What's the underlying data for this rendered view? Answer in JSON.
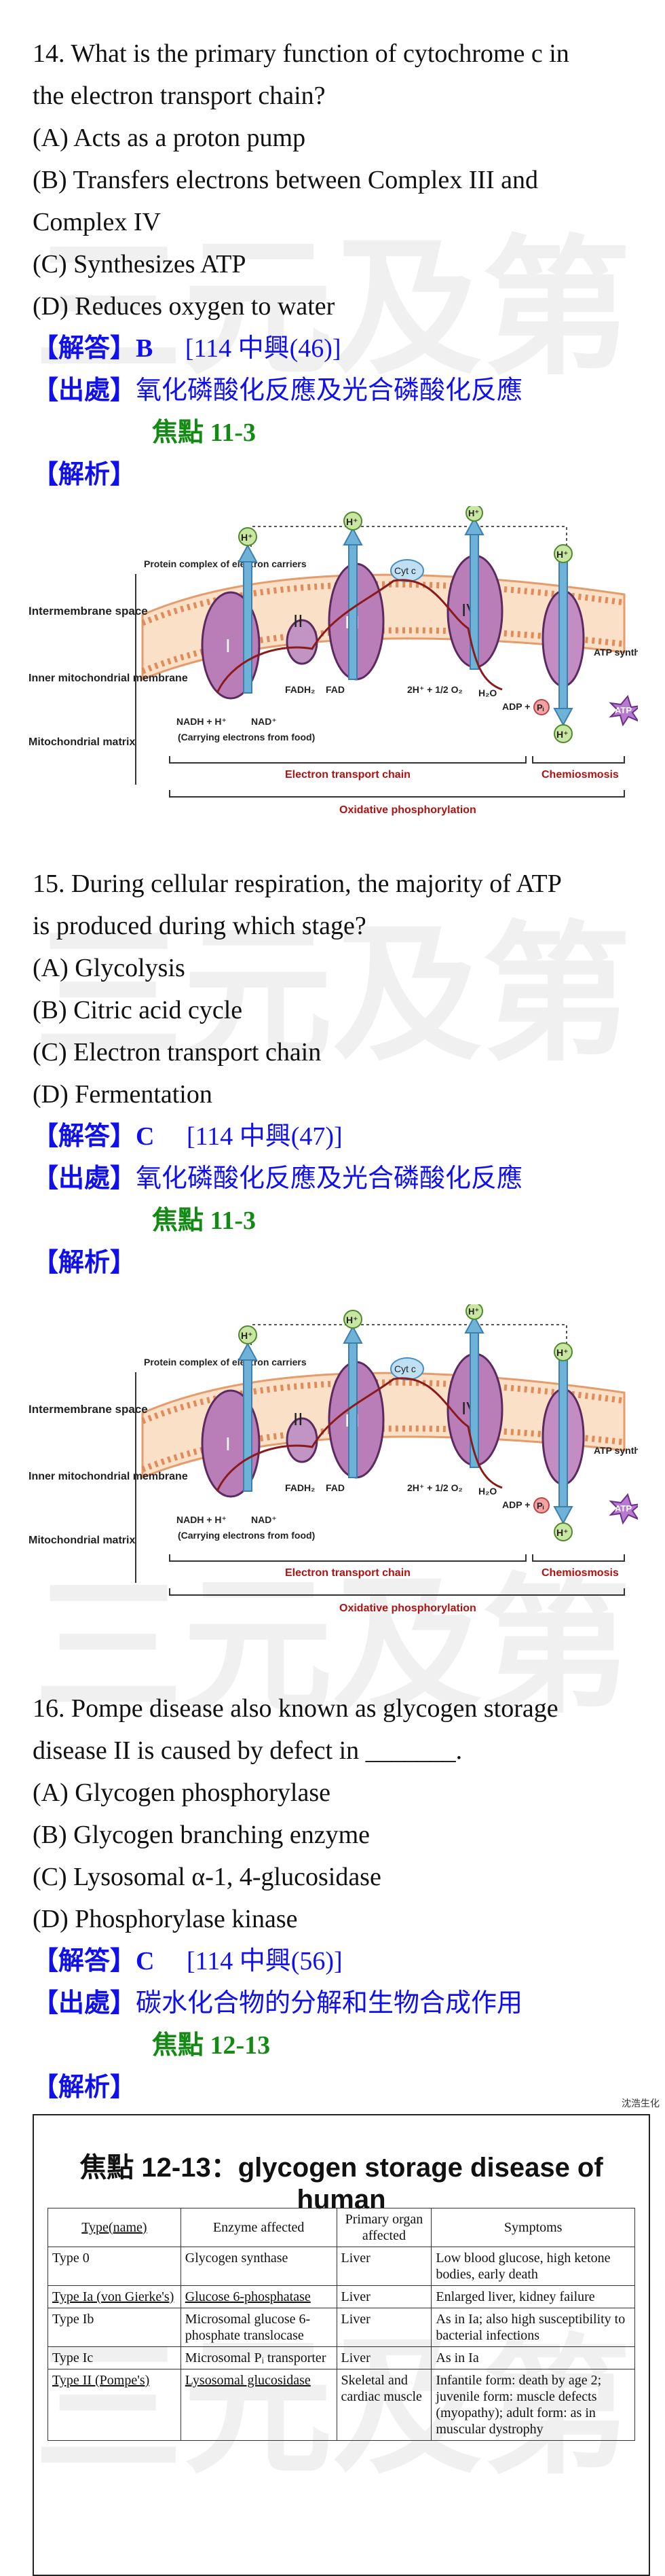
{
  "watermark": "三元及第",
  "questions": [
    {
      "stem": [
        "14. What is the primary function of cytochrome c in",
        "the electron transport chain?"
      ],
      "options": [
        "(A) Acts as a proton pump",
        "(B) Transfers electrons between Complex III and",
        "Complex IV",
        "(C) Synthesizes ATP",
        "(D) Reduces oxygen to water"
      ],
      "answer_tag": "【解答】",
      "answer": "B",
      "answer_ref": "[114 中興(46)]",
      "source_tag": "【出處】",
      "source": "氧化磷酸化反應及光合磷酸化反應",
      "focus": "焦點 11-3",
      "analysis_tag": "【解析】"
    },
    {
      "stem": [
        "15. During cellular respiration, the majority of ATP",
        "is produced during which stage?"
      ],
      "options": [
        "(A) Glycolysis",
        "(B) Citric acid cycle",
        "(C) Electron transport chain",
        "(D) Fermentation"
      ],
      "answer_tag": "【解答】",
      "answer": "C",
      "answer_ref": "[114 中興(47)]",
      "source_tag": "【出處】",
      "source": "氧化磷酸化反應及光合磷酸化反應",
      "focus": "焦點 11-3",
      "analysis_tag": "【解析】"
    },
    {
      "stem": [
        "16. Pompe disease also known as glycogen storage",
        "disease II is caused by defect in _______."
      ],
      "options": [
        "(A) Glycogen phosphorylase",
        "(B) Glycogen branching enzyme",
        "(C) Lysosomal α-1, 4-glucosidase",
        "(D) Phosphorylase kinase"
      ],
      "answer_tag": "【解答】",
      "answer": "C",
      "answer_ref": "[114 中興(56)]",
      "source_tag": "【出處】",
      "source": "碳水化合物的分解和生物合成作用",
      "focus": "焦點 12-13",
      "analysis_tag": "【解析】"
    }
  ],
  "etc_figure": {
    "intermembrane": "Intermembrane space",
    "inner_membrane": "Inner mitochondrial membrane",
    "matrix": "Mitochondrial matrix",
    "protein_complex": "Protein complex of electron carriers",
    "complex_I": "I",
    "complex_II": "II",
    "complex_III": "III",
    "complex_IV": "IV",
    "cytc": "Cyt c",
    "hplus": "H⁺",
    "fadh2": "FADH₂",
    "fad": "FAD",
    "nadh": "NADH + H⁺",
    "nad": "NAD⁺",
    "carrying": "(Carrying electrons from food)",
    "oxygen": "2H⁺ + 1/2 O₂",
    "water": "H₂O",
    "atp_synthase": "ATP synthase",
    "adp": "ADP +",
    "pi": "Pᵢ",
    "atp": "ATP",
    "etc_label": "Electron transport chain",
    "chemiosmosis": "Chemiosmosis",
    "oxphos": "Oxidative phosphorylation"
  },
  "table": {
    "corner_note": "沈浩生化",
    "title": "焦點 12-13：glycogen storage disease of human",
    "headers": [
      "Type(name)",
      "Enzyme affected",
      "Primary organ affected",
      "Symptoms"
    ],
    "rows": [
      [
        "Type 0",
        "Glycogen synthase",
        "Liver",
        "Low blood glucose, high ketone bodies, early death"
      ],
      [
        "Type Ia (von Gierke's)",
        "Glucose 6-phosphatase",
        "Liver",
        "Enlarged liver, kidney failure"
      ],
      [
        "Type Ib",
        "Microsomal glucose 6-phosphate translocase",
        "Liver",
        "As in Ia; also high susceptibility to bacterial infections"
      ],
      [
        "Type Ic",
        "Microsomal Pᵢ transporter",
        "Liver",
        "As in Ia"
      ],
      [
        "Type II (Pompe's)",
        "Lysosomal glucosidase",
        "Skeletal and cardiac muscle",
        "Infantile form: death by age 2; juvenile form: muscle defects (myopathy); adult form: as in muscular dystrophy"
      ]
    ]
  }
}
